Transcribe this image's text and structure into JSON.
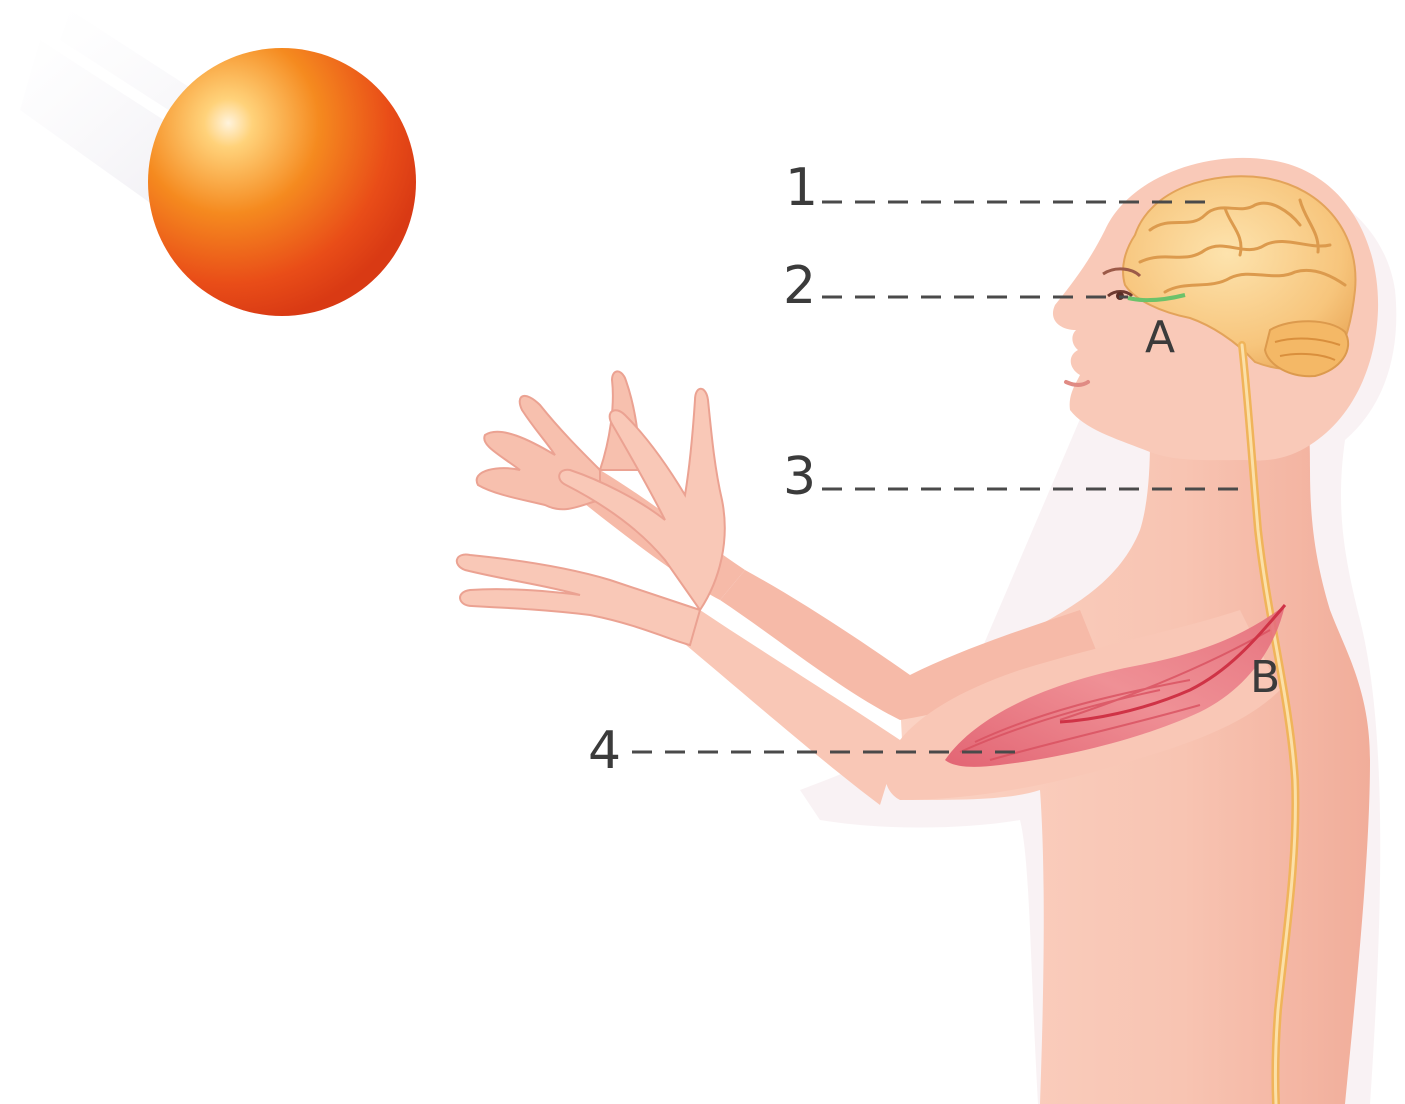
{
  "labels": {
    "number_1": "1",
    "number_2": "2",
    "number_3": "3",
    "number_4": "4",
    "letter_a": "A",
    "letter_b": "B"
  },
  "colors": {
    "ball": "#f26a1b",
    "skin": "#f8c4b4",
    "brain": "#f6c783",
    "nerve": "#f0b45a",
    "muscle": "#e8707c",
    "optic_nerve": "#6cc26a",
    "leader_line": "#4a4a4a"
  }
}
